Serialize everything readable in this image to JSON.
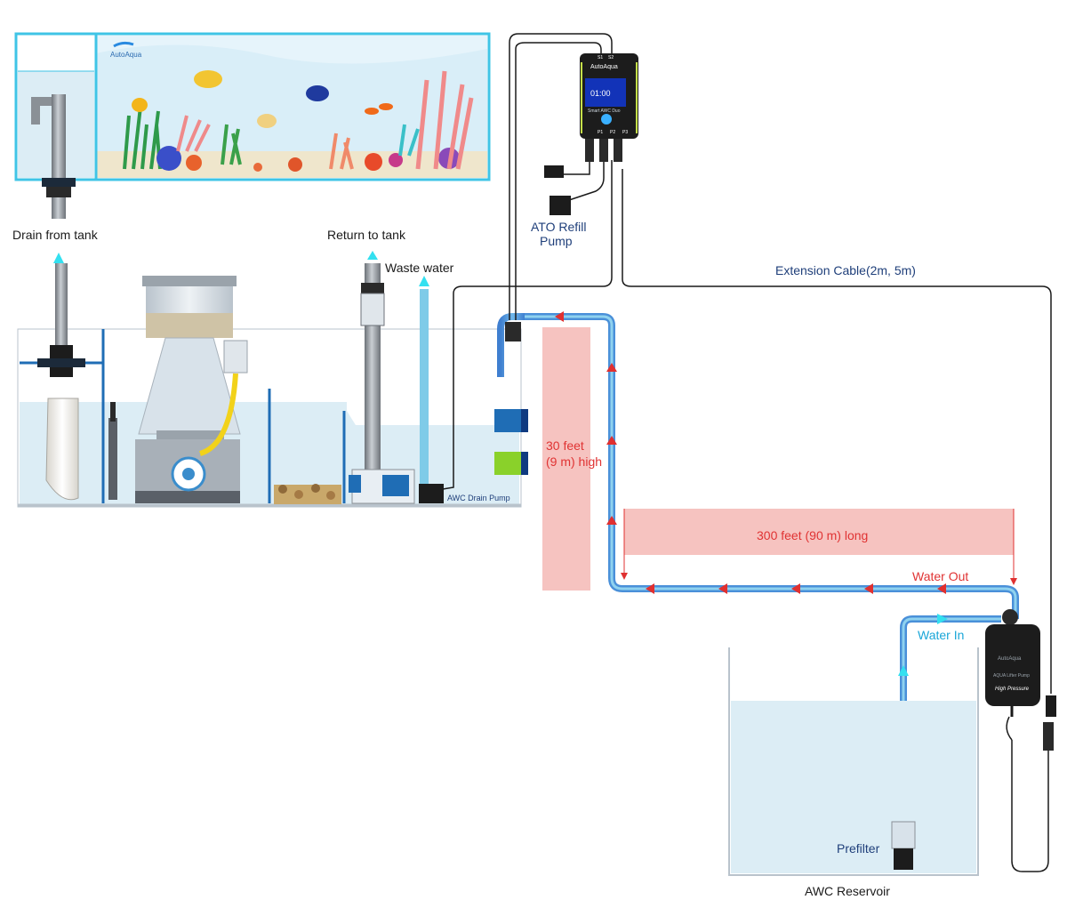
{
  "brand": {
    "logo_text": "AutoAqua"
  },
  "labels": {
    "drain_from_tank": "Drain from tank",
    "return_to_tank": "Return to tank",
    "waste_water": "Waste water",
    "awc_drain_pump": "AWC Drain Pump",
    "ato_refill_pump": "ATO Refill",
    "ato_refill_pump_2": "Pump",
    "extension_cable": "Extension Cable(2m, 5m)",
    "height_1": "30 feet",
    "height_2": "(9 m) high",
    "length": "300 feet (90 m) long",
    "water_out": "Water Out",
    "water_in": "Water In",
    "prefilter": "Prefilter",
    "awc_reservoir": "AWC Reservoir"
  },
  "controller": {
    "brand": "AutoAqua",
    "model": "Smart AWC Duo",
    "display": "01:00",
    "ports": [
      "S1",
      "S2",
      "P1",
      "P2",
      "P3"
    ]
  },
  "pump_device": {
    "brand": "AutoAqua",
    "model": "AQUA Lifter Pump",
    "tag": "High Pressure"
  },
  "colors": {
    "tank_water": "#dcedf5",
    "pipe_blue": "#4a90d9",
    "pipe_light": "#7fcbe8",
    "flow_red": "#e03030",
    "flow_cyan": "#33e0f0",
    "highlight_red": "#f6c3c0",
    "text_navy": "#1f3f7a"
  }
}
